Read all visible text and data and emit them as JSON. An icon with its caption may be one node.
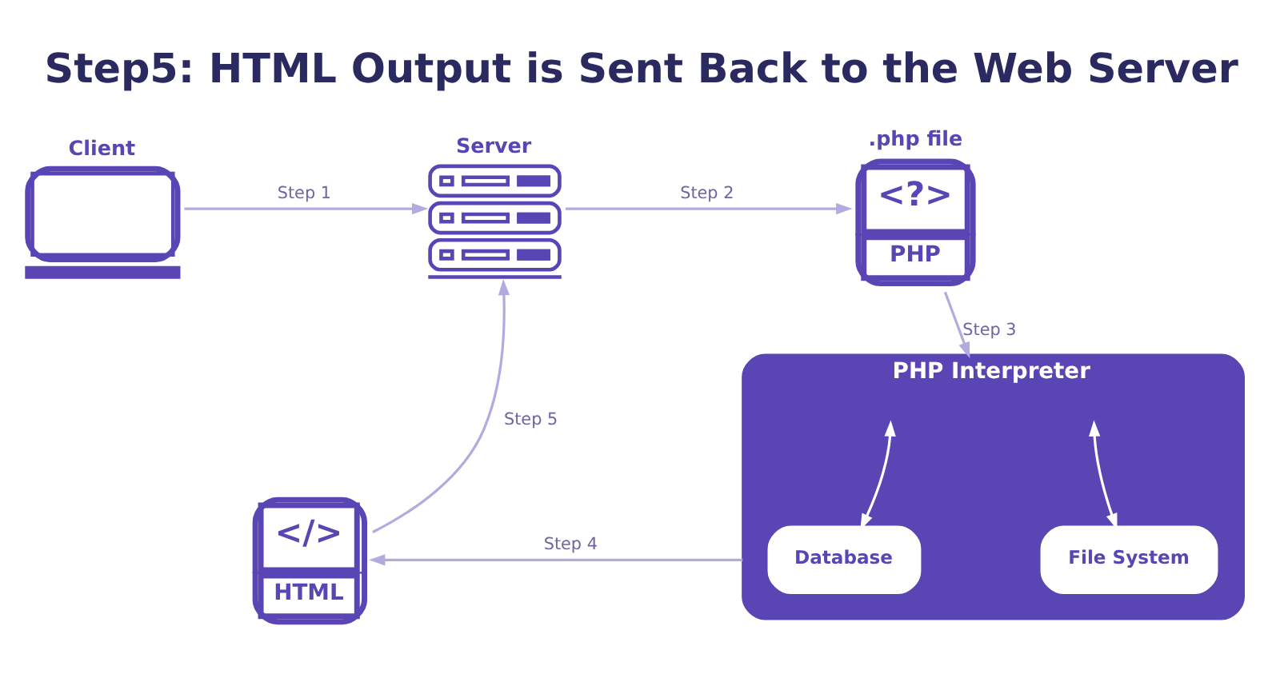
{
  "diagram": {
    "title": "Step5: HTML Output is Sent Back to the Web Server",
    "nodes": [
      {
        "text": [
          "Client"
        ]
      },
      {
        "text": [
          "Server"
        ]
      },
      {
        "text": [
          ".php file",
          "<?>",
          "PHP"
        ]
      },
      {
        "text": [
          "PHP Interpreter"
        ]
      },
      {
        "text": [
          "Database"
        ],
        "in": 3
      },
      {
        "text": [
          "File System"
        ],
        "in": 3
      },
      {
        "text": [
          "</>",
          "HTML"
        ]
      }
    ],
    "edges": [
      {
        "from": 0,
        "to": 1,
        "arrow": "to",
        "label": "Step 1"
      },
      {
        "from": 1,
        "to": 2,
        "arrow": "to",
        "label": "Step 2"
      },
      {
        "from": 2,
        "to": 3,
        "arrow": "to",
        "label": "Step 3"
      },
      {
        "from": 3,
        "to": 6,
        "arrow": "to",
        "label": "Step 4"
      },
      {
        "from": 6,
        "to": 1,
        "arrow": "to",
        "label": "Step 5"
      },
      {
        "from": 3,
        "to": 4,
        "arrow": "both",
        "color": "#ffffff"
      },
      {
        "from": 3,
        "to": 5,
        "arrow": "both",
        "color": "#ffffff"
      }
    ]
  }
}
